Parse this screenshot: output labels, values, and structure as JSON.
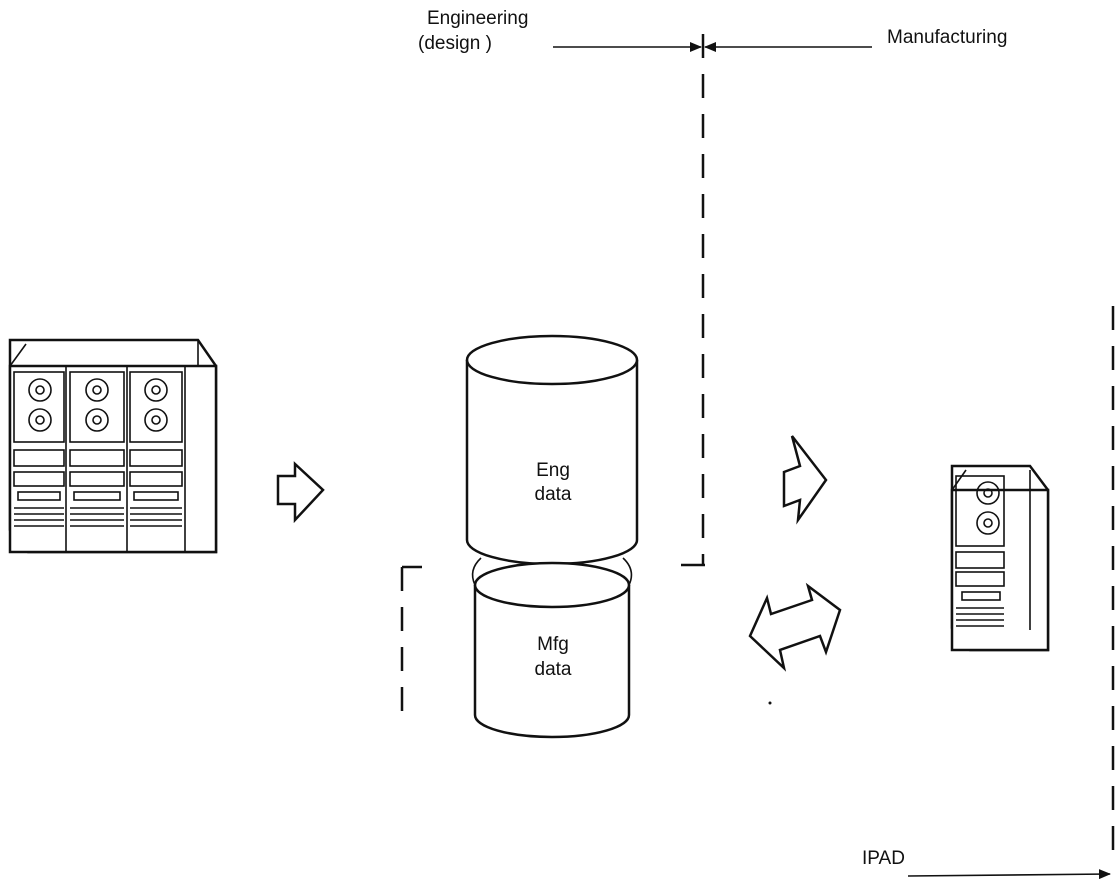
{
  "labels": {
    "engineering_line1": "Engineering",
    "engineering_line2": "(design )",
    "manufacturing": "Manufacturing",
    "ipad": "IPAD"
  },
  "databases": {
    "eng_line1": "Eng",
    "eng_line2": "data",
    "mfg_line1": "Mfg",
    "mfg_line2": "data"
  },
  "icons": [
    "computer-cabinet-bank-icon",
    "computer-cabinet-single-icon",
    "flow-arrow-icon",
    "double-flow-arrow-icon"
  ]
}
